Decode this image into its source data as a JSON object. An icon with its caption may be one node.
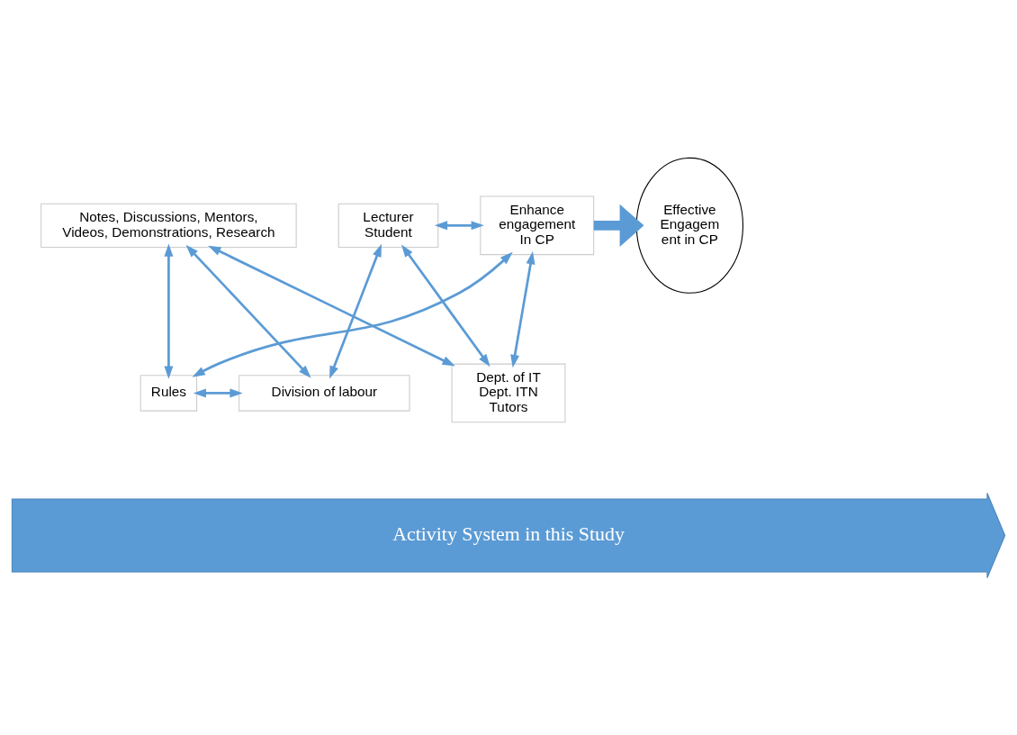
{
  "diagram": {
    "nodes": [
      {
        "text": [
          "Notes, Discussions, Mentors, Videos, Demonstrations, Research"
        ]
      },
      {
        "text": [
          "Lecturer Student"
        ]
      },
      {
        "text": [
          "Enhance engagement In CP"
        ]
      },
      {
        "text": [
          "Effective Engagem ent in CP"
        ]
      },
      {
        "text": [
          "Rules"
        ]
      },
      {
        "text": [
          "Dept. of IT Dept. ITN Tutors"
        ]
      },
      {
        "text": [
          "Division of labour"
        ]
      },
      {
        "text": [
          "Activity System in this Study"
        ]
      }
    ],
    "edges": [
      {
        "from": 0,
        "to": 4,
        "arrow": "both"
      },
      {
        "from": 0,
        "to": 5,
        "arrow": "both"
      },
      {
        "from": 0,
        "to": 6,
        "arrow": "both"
      },
      {
        "from": 1,
        "to": 2,
        "arrow": "both"
      },
      {
        "from": 1,
        "to": 5,
        "arrow": "both"
      },
      {
        "from": 1,
        "to": 6,
        "arrow": "both"
      },
      {
        "from": 2,
        "to": 4,
        "arrow": "both"
      },
      {
        "from": 2,
        "to": 5,
        "arrow": "both"
      },
      {
        "from": 4,
        "to": 6,
        "arrow": "both"
      },
      {
        "from": 2,
        "to": 3,
        "arrow": "to",
        "style": "thick"
      }
    ]
  }
}
